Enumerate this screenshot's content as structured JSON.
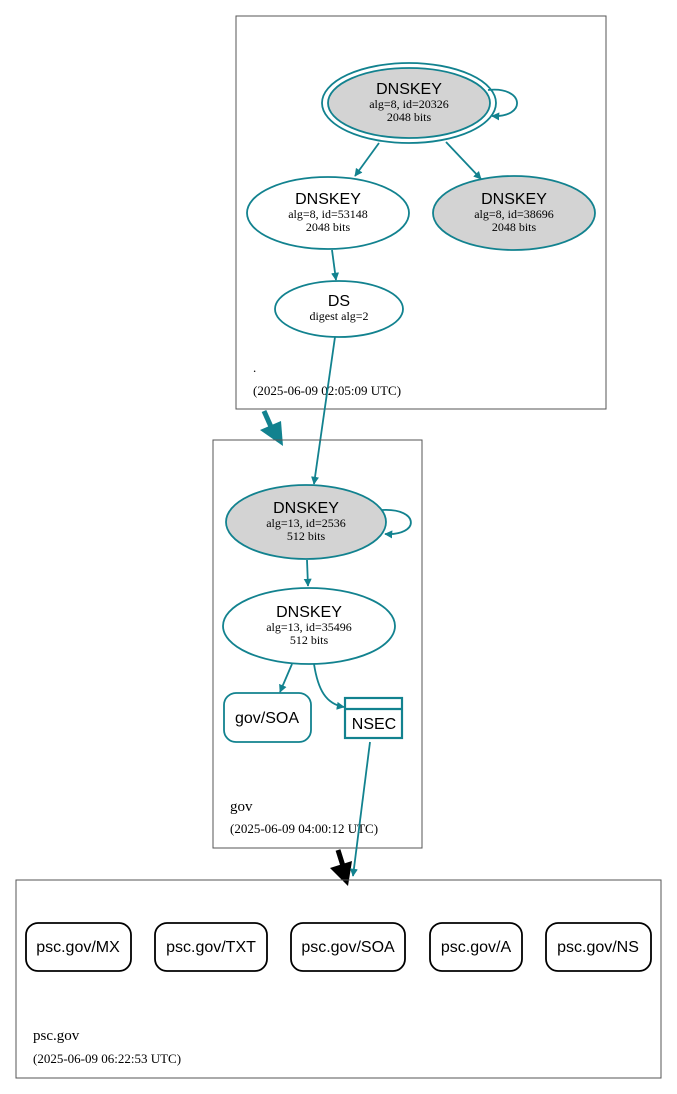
{
  "colors": {
    "edge": "#12828f",
    "zone_border": "#555555",
    "node_fill_gray": "#d3d3d3",
    "node_fill_white": "#ffffff",
    "rrset_border": "#000000"
  },
  "zones": {
    "root": {
      "name": ".",
      "timestamp": "(2025-06-09 02:05:09 UTC)",
      "nodes": {
        "ksk": {
          "type": "DNSKEY",
          "line1": "alg=8, id=20326",
          "line2": "2048 bits"
        },
        "zsk": {
          "type": "DNSKEY",
          "line1": "alg=8, id=53148",
          "line2": "2048 bits"
        },
        "key3": {
          "type": "DNSKEY",
          "line1": "alg=8, id=38696",
          "line2": "2048 bits"
        },
        "ds": {
          "type": "DS",
          "line1": "digest alg=2"
        }
      }
    },
    "gov": {
      "name": "gov",
      "timestamp": "(2025-06-09 04:00:12 UTC)",
      "nodes": {
        "ksk": {
          "type": "DNSKEY",
          "line1": "alg=13, id=2536",
          "line2": "512 bits"
        },
        "zsk": {
          "type": "DNSKEY",
          "line1": "alg=13, id=35496",
          "line2": "512 bits"
        },
        "soa": {
          "label": "gov/SOA"
        },
        "nsec": {
          "label": "NSEC"
        }
      }
    },
    "psc": {
      "name": "psc.gov",
      "timestamp": "(2025-06-09 06:22:53 UTC)",
      "rrsets": [
        "psc.gov/MX",
        "psc.gov/TXT",
        "psc.gov/SOA",
        "psc.gov/A",
        "psc.gov/NS"
      ]
    }
  }
}
